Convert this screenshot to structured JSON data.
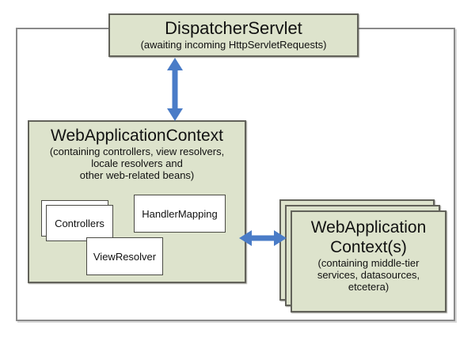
{
  "colors": {
    "box_fill": "#dde3cc",
    "box_border": "#62625a",
    "arrow": "#4a7cc7",
    "outer_border": "#8a8a8a",
    "white_box_fill": "#ffffff"
  },
  "dispatcher": {
    "title": "DispatcherServlet",
    "subtitle": "(awaiting incoming HttpServletRequests)"
  },
  "web_app_context": {
    "title": "WebApplicationContext",
    "subtitle_lines": [
      "(containing controllers, view resolvers,",
      "locale resolvers and",
      "other web-related beans)"
    ],
    "beans": {
      "controllers": "Controllers",
      "handler_mapping": "HandlerMapping",
      "view_resolver": "ViewResolver"
    }
  },
  "middle_tier_contexts": {
    "title_lines": [
      "WebApplication",
      "Context(s)"
    ],
    "subtitle_lines": [
      "(containing middle-tier",
      "services, datasources,",
      "etcetera)"
    ]
  },
  "icons": {
    "vertical_arrow": "double-headed-arrow-vertical",
    "horizontal_arrow": "double-headed-arrow-horizontal"
  }
}
